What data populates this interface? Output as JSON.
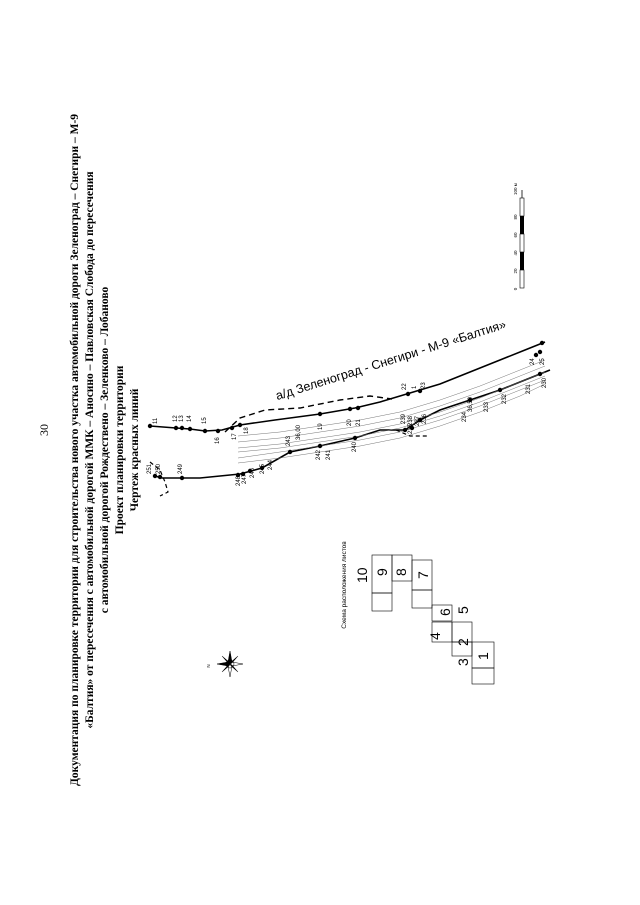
{
  "page_number": "30",
  "title_lines": [
    "Документация по планировке территории для строительства нового участка автомобильной дороги Зеленоград – Снегири – М-9",
    "«Балтия» от пересечения с автомобильной дорогой ММК – Аносино – Павловская Слобода до пересечения",
    "с автомобильной дорогой Рождествено – Зеленково – Лобаново",
    "Проект планировки территории",
    "Чертеж красных линий"
  ],
  "road_label": "а/д Зеленоград - Снегири - М-9 «Балтия»",
  "scale_bar": {
    "ticks": [
      "0",
      "20",
      "40",
      "60",
      "80",
      "100 м"
    ]
  },
  "sheet_scheme": {
    "caption": "Схема расположения листов",
    "sheets": [
      "10",
      "9",
      "8",
      "7",
      "6",
      "5",
      "4",
      "3",
      "2",
      "1"
    ]
  },
  "north_arrow": {
    "label": "N"
  },
  "top_points": [
    "11",
    "12",
    "13",
    "14",
    "15",
    "16",
    "17",
    "18",
    "19",
    "20",
    "21",
    "22",
    "23",
    "1"
  ],
  "bottom_points": [
    "251",
    "250",
    "249",
    "248",
    "247",
    "246",
    "245",
    "244",
    "243",
    "242",
    "241",
    "240",
    "239",
    "238",
    "237",
    "236",
    "235",
    "234",
    "233",
    "232",
    "231",
    "230",
    "25",
    "24"
  ],
  "measurements": [
    "36,00",
    "36,50"
  ]
}
